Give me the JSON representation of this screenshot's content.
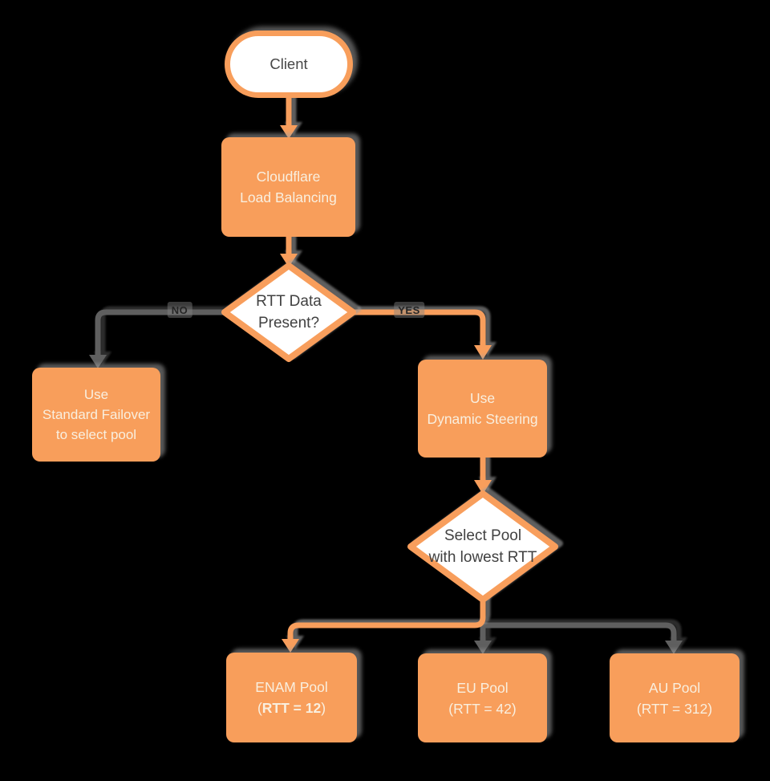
{
  "diagram": {
    "type": "flowchart",
    "background": "#000000",
    "colors": {
      "node_orange": "#F89E5B",
      "branch_gray": "#5E5E5E",
      "box_text": "#F9EFDF",
      "decision_text": "#414141",
      "shadow_gray": "#A0A0A0"
    },
    "nodes": {
      "client": {
        "label": "Client",
        "shape": "pill"
      },
      "load_balancing": {
        "line1": "Cloudflare",
        "line2": "Load Balancing",
        "shape": "box"
      },
      "rtt_decision": {
        "line1": "RTT Data",
        "line2": "Present?",
        "shape": "diamond"
      },
      "standard_failover": {
        "line1": "Use",
        "line2": "Standard Failover",
        "line3": "to select pool",
        "shape": "box"
      },
      "dynamic_steering": {
        "line1": "Use",
        "line2": "Dynamic Steering",
        "shape": "box"
      },
      "select_pool": {
        "line1": "Select Pool",
        "line2": "with lowest RTT",
        "shape": "diamond"
      },
      "enam_pool": {
        "line1": "ENAM Pool",
        "line2_prefix": "(",
        "line2_bold": "RTT = 12",
        "line2_suffix": ")",
        "shape": "box"
      },
      "eu_pool": {
        "line1": "EU Pool",
        "line2": "(RTT = 42)",
        "shape": "box"
      },
      "au_pool": {
        "line1": "AU Pool",
        "line2": "(RTT = 312)",
        "shape": "box"
      }
    },
    "edge_labels": {
      "no": "NO",
      "yes": "YES"
    }
  }
}
